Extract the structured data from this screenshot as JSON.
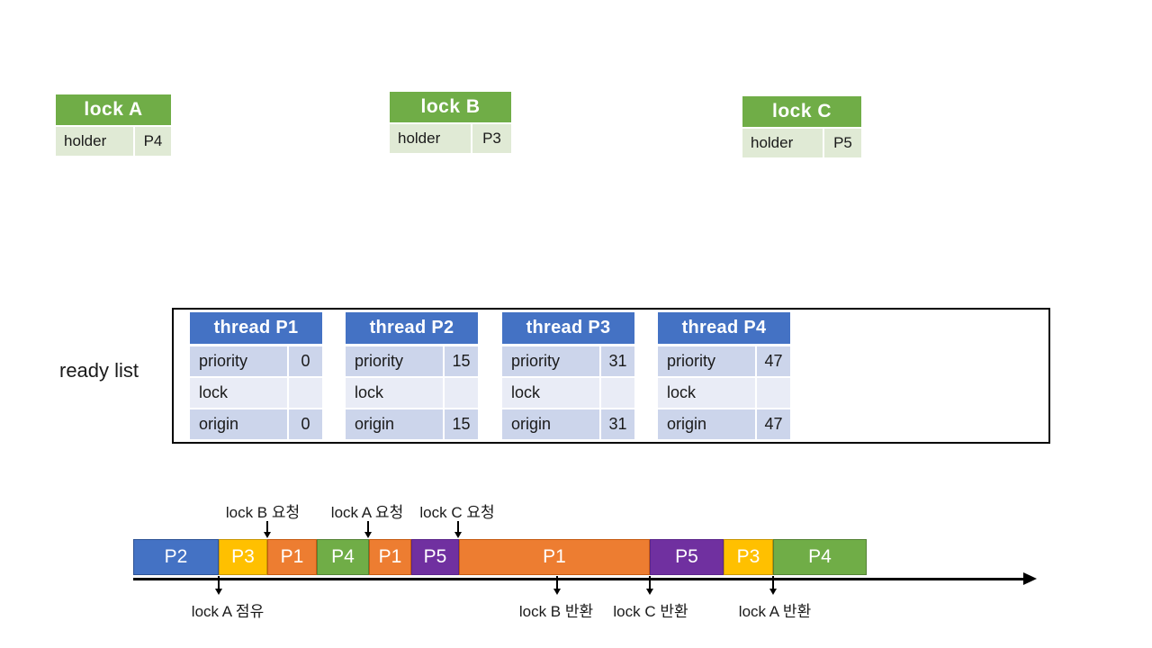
{
  "locks": [
    {
      "name": "lock A",
      "holder_label": "holder",
      "holder": "P4"
    },
    {
      "name": "lock B",
      "holder_label": "holder",
      "holder": "P3"
    },
    {
      "name": "lock C",
      "holder_label": "holder",
      "holder": "P5"
    }
  ],
  "ready_list": {
    "label": "ready list",
    "threads": [
      {
        "title": "thread P1",
        "rows": [
          {
            "label": "priority",
            "value": "0"
          },
          {
            "label": "lock",
            "value": ""
          },
          {
            "label": "origin",
            "value": "0"
          }
        ]
      },
      {
        "title": "thread P2",
        "rows": [
          {
            "label": "priority",
            "value": "15"
          },
          {
            "label": "lock",
            "value": ""
          },
          {
            "label": "origin",
            "value": "15"
          }
        ]
      },
      {
        "title": "thread P3",
        "rows": [
          {
            "label": "priority",
            "value": "31"
          },
          {
            "label": "lock",
            "value": ""
          },
          {
            "label": "origin",
            "value": "31"
          }
        ]
      },
      {
        "title": "thread P4",
        "rows": [
          {
            "label": "priority",
            "value": "47"
          },
          {
            "label": "lock",
            "value": ""
          },
          {
            "label": "origin",
            "value": "47"
          }
        ]
      }
    ]
  },
  "timeline": {
    "segments": [
      {
        "label": "P2",
        "color": "#4472C4"
      },
      {
        "label": "P3",
        "color": "#FFC000"
      },
      {
        "label": "P1",
        "color": "#ED7D31"
      },
      {
        "label": "P4",
        "color": "#70AD47"
      },
      {
        "label": "P1",
        "color": "#ED7D31"
      },
      {
        "label": "P5",
        "color": "#7030A0"
      },
      {
        "label": "P1",
        "color": "#ED7D31"
      },
      {
        "label": "P5",
        "color": "#7030A0"
      },
      {
        "label": "P3",
        "color": "#FFC000"
      },
      {
        "label": "P4",
        "color": "#70AD47"
      }
    ],
    "events_above": [
      {
        "label": "lock B 요청"
      },
      {
        "label": "lock A 요청"
      },
      {
        "label": "lock C 요청"
      }
    ],
    "events_below": [
      {
        "label": "lock A 점유"
      },
      {
        "label": "lock B 반환"
      },
      {
        "label": "lock C 반환"
      },
      {
        "label": "lock A 반환"
      }
    ]
  },
  "colors": {
    "lock_header": "#70AD47",
    "lock_row": "#E0EAD5",
    "thread_header": "#4472C4",
    "thread_row_dark": "#CCD5EB",
    "thread_row_light": "#E9ECF6"
  }
}
